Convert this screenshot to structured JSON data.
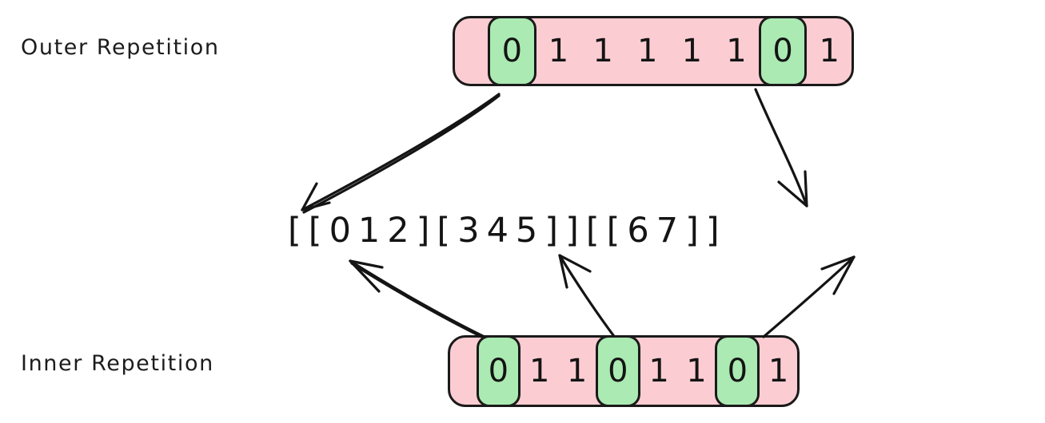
{
  "diagram": {
    "title": "Outer and Inner Repetition nested list mapping",
    "background_color": "#ffffff",
    "ink_color": "#141414",
    "highlight_color": "#abeab2",
    "bar_color": "#fbcdd2"
  },
  "labels": {
    "outer": "Outer Repetition",
    "inner": "Inner Repetition"
  },
  "outer_sequence": {
    "name": "outer-repetition-bar",
    "cells": [
      {
        "value": "0",
        "highlighted": true
      },
      {
        "value": "1",
        "highlighted": false
      },
      {
        "value": "1",
        "highlighted": false
      },
      {
        "value": "1",
        "highlighted": false
      },
      {
        "value": "1",
        "highlighted": false
      },
      {
        "value": "1",
        "highlighted": false
      },
      {
        "value": "0",
        "highlighted": true
      },
      {
        "value": "1",
        "highlighted": false
      }
    ]
  },
  "inner_sequence": {
    "name": "inner-repetition-bar",
    "cells": [
      {
        "value": "0",
        "highlighted": true
      },
      {
        "value": "1",
        "highlighted": false
      },
      {
        "value": "1",
        "highlighted": false
      },
      {
        "value": "0",
        "highlighted": true
      },
      {
        "value": "1",
        "highlighted": false
      },
      {
        "value": "1",
        "highlighted": false
      },
      {
        "value": "0",
        "highlighted": true
      },
      {
        "value": "1",
        "highlighted": false
      }
    ]
  },
  "nested_list": {
    "text": "[ [ 0 1 2 ] [ 3 4 5 ] ] [ [ 6 7 ] ]",
    "tokens": [
      "[",
      "[",
      "0",
      "1",
      "2",
      "]",
      "[",
      "3",
      "4",
      "5",
      "]",
      "]",
      "[",
      "[",
      "6",
      "7",
      "]",
      "]"
    ]
  },
  "arrows": [
    {
      "name": "arrow-outer-zero-1-to-open-bracket-0",
      "from": "outer_sequence.cells.0",
      "to": "nested_list.tokens.0"
    },
    {
      "name": "arrow-outer-zero-2-to-open-bracket-12",
      "from": "outer_sequence.cells.6",
      "to": "nested_list.tokens.12"
    },
    {
      "name": "arrow-inner-zero-1-to-open-bracket-1",
      "from": "inner_sequence.cells.0",
      "to": "nested_list.tokens.1"
    },
    {
      "name": "arrow-inner-zero-2-to-open-bracket-6",
      "from": "inner_sequence.cells.3",
      "to": "nested_list.tokens.6"
    },
    {
      "name": "arrow-inner-zero-3-to-open-bracket-13",
      "from": "inner_sequence.cells.6",
      "to": "nested_list.tokens.13"
    }
  ]
}
